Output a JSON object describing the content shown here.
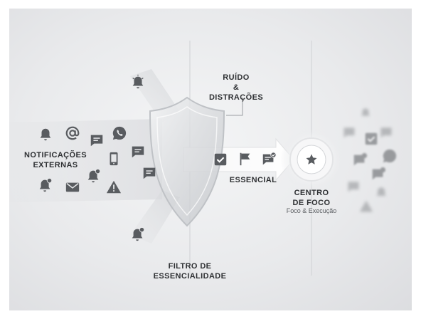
{
  "labels": {
    "external_notifications": "NOTIFICAÇÕES\nEXTERNAS",
    "noise_distractions": "RUÍDO\n& DISTRAÇÕES",
    "essential": "ESSENCIAL",
    "essentiality_filter": "FILTRO DE\nESSENCIALIDADE",
    "focus_center": "CENTRO\nDE FOCO",
    "focus_center_sub": "Foco & Execução"
  },
  "colors": {
    "icon_dark": "#595c60",
    "icon_mid": "#8a8d91",
    "stream": "#e2e3e5",
    "divider": "#cfd1d4",
    "shield_edge": "#bfc2c6"
  },
  "icons": {
    "incoming": [
      "bell-icon",
      "at-sign-icon",
      "chat-icon",
      "whatsapp-icon",
      "phone-icon",
      "chat-icon",
      "chat-icon",
      "bell-alert-icon",
      "mail-icon",
      "bell-alert-icon",
      "warning-icon"
    ],
    "deflected": [
      "bell-alert-icon",
      "bell-alert-icon"
    ],
    "essential": [
      "checkbox-icon",
      "flag-icon",
      "chat-check-icon"
    ],
    "focus": "star-icon",
    "blurred": [
      "bell-icon",
      "checkbox-icon",
      "chat-icon",
      "chat-check-icon",
      "whatsapp-icon",
      "phone-icon",
      "chat-icon",
      "chat-icon",
      "bell-alert-icon",
      "mail-icon",
      "warning-icon"
    ]
  }
}
